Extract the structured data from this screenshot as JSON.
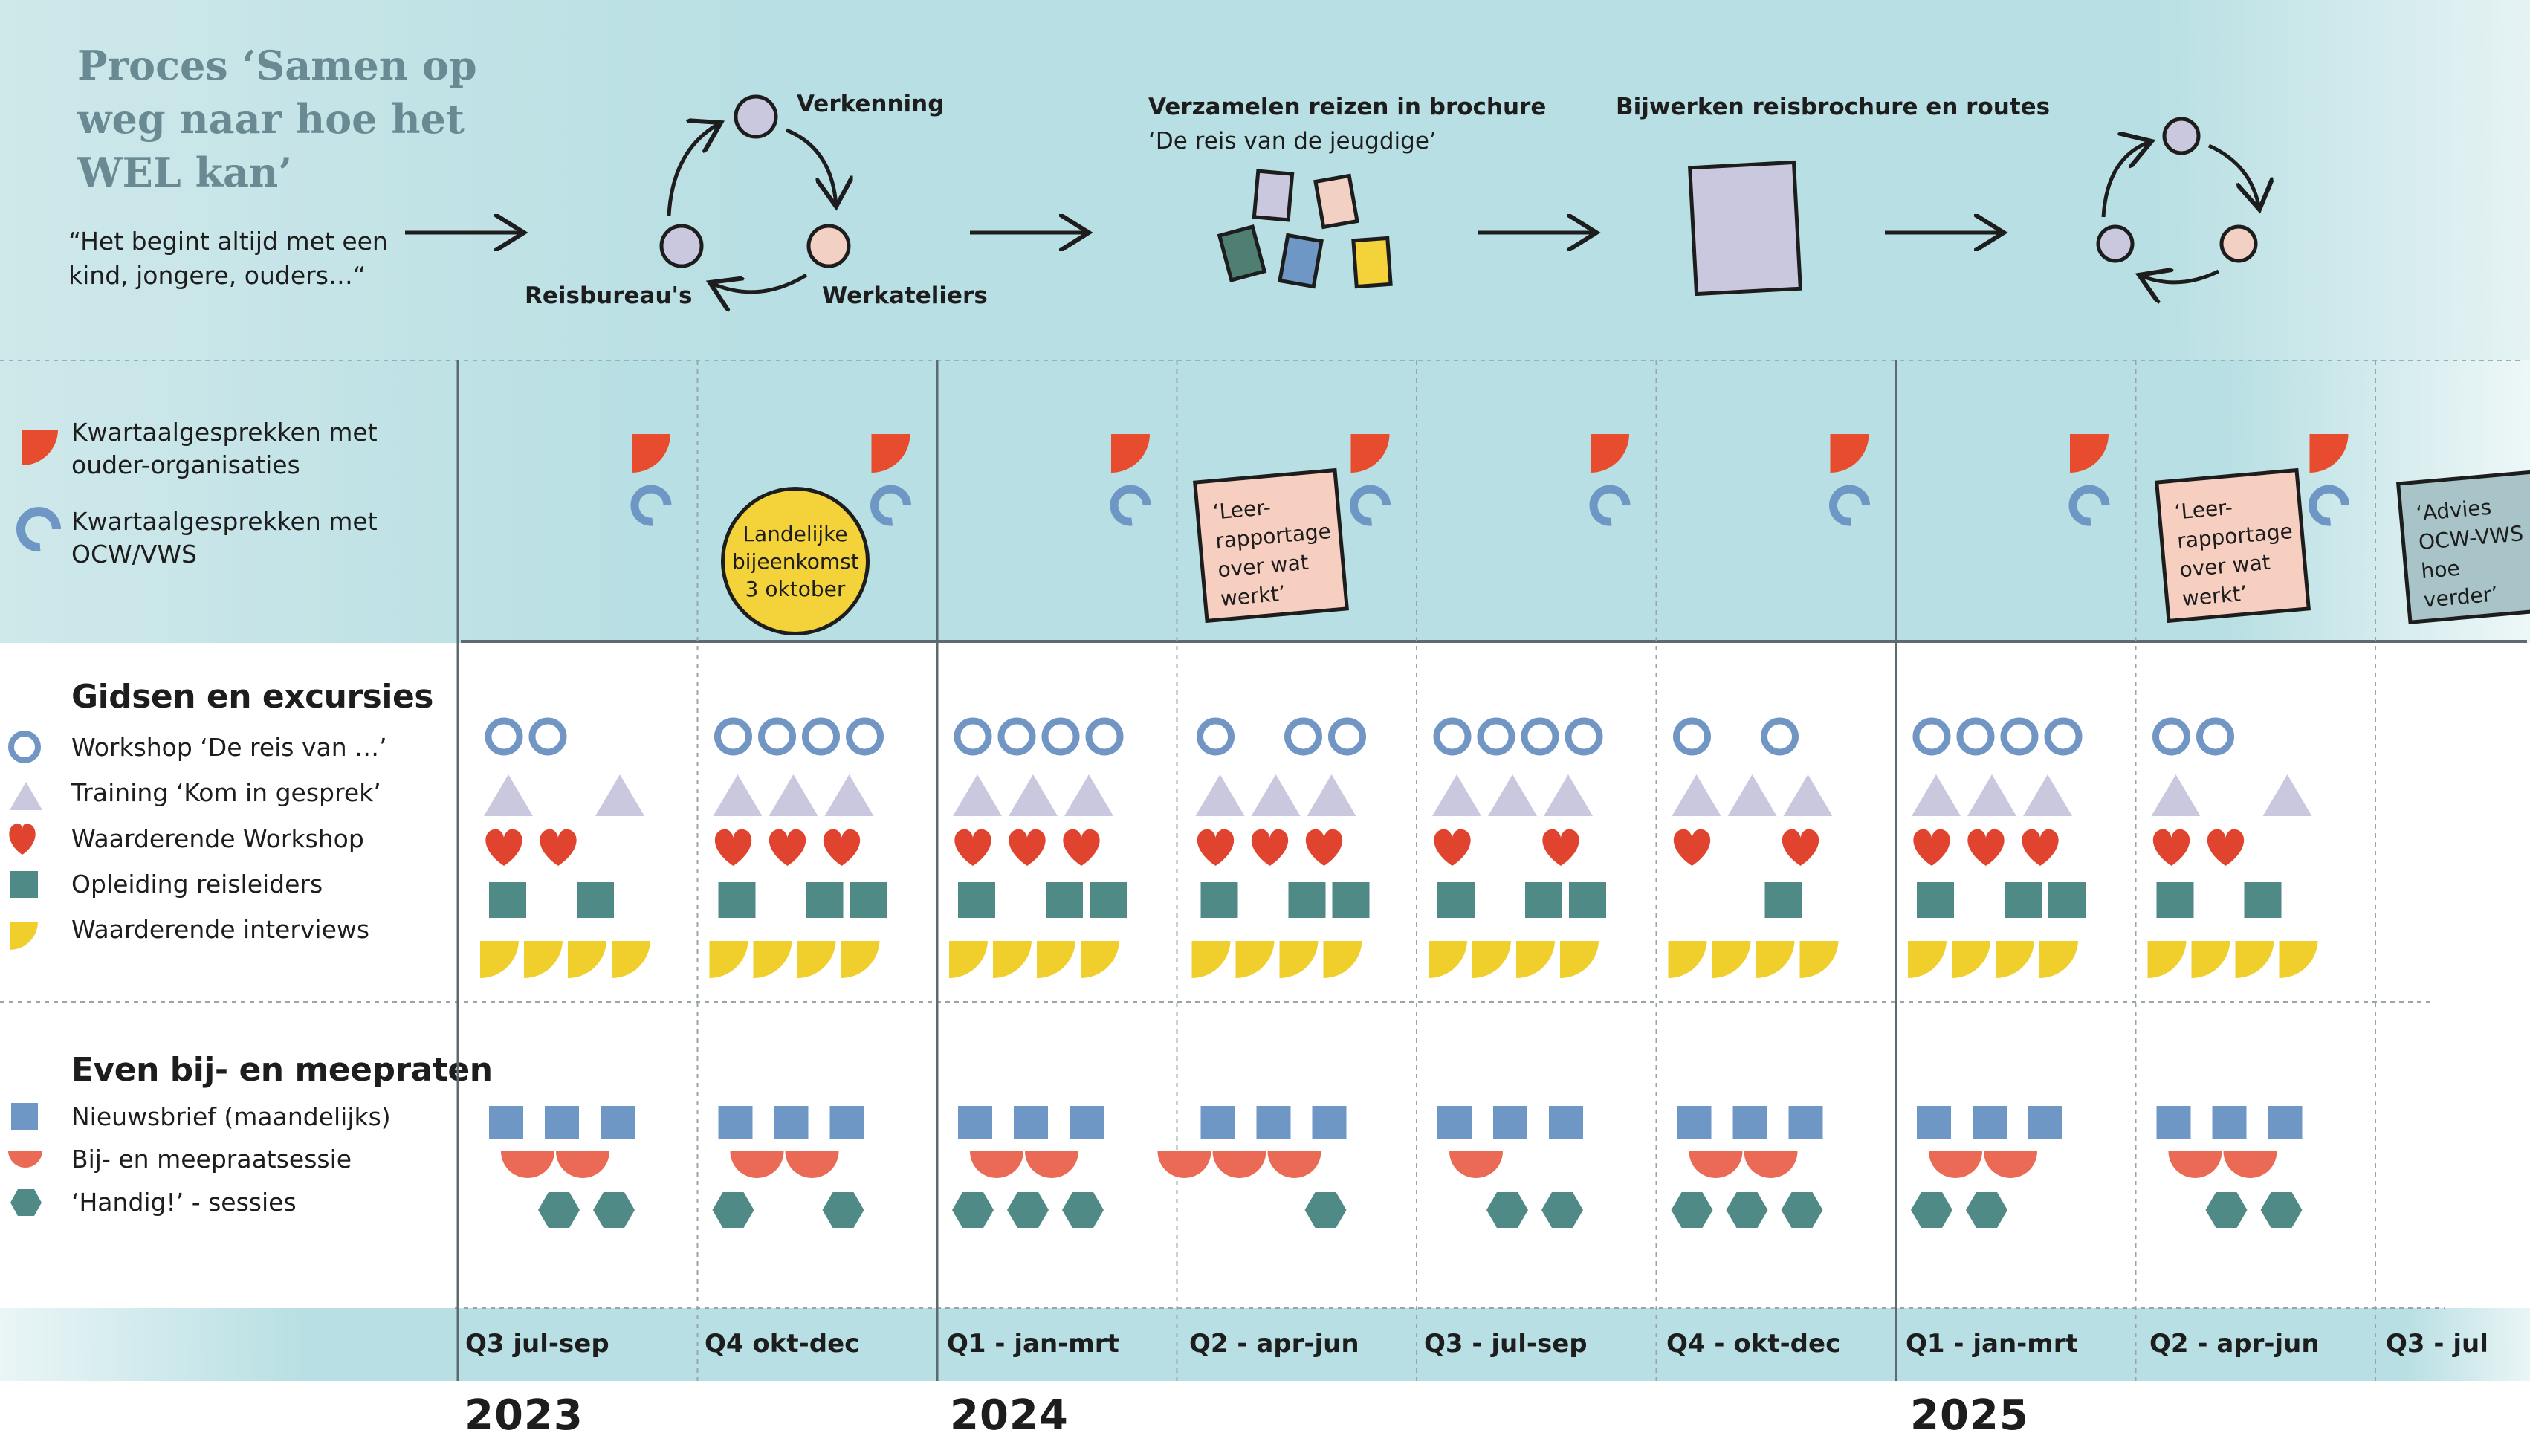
{
  "header": {
    "title": "Proces ‘Samen op weg naar hoe het WEL kan’",
    "quote": "“Het begint altijd met een kind, jongere, ouders…“",
    "cycle": {
      "top": "Verkenning",
      "right": "Werkateliers",
      "left": "Reisbureau's"
    },
    "step_collect": {
      "title": "Verzamelen reizen in brochure",
      "subtitle": "‘De reis van de jeugdige’"
    },
    "step_update": {
      "title": "Bijwerken reisbrochure en routes"
    }
  },
  "legend_top": {
    "items": [
      {
        "label": "Kwartaalgesprekken met ouder-organisaties",
        "icon": "red-quarter-icon"
      },
      {
        "label": "Kwartaalgesprekken met OCW/VWS",
        "icon": "blue-hook-icon"
      }
    ]
  },
  "notes": {
    "landelijke": "Landelijke bijeenkomst 3 oktober",
    "leer1": "‘Leer-rapportage over wat werkt’",
    "leer2": "‘Leer-rapportage over wat werkt’",
    "advies": "‘Advies OCW-VWS hoe verder’"
  },
  "section_gidsen": {
    "title": "Gidsen en excursies",
    "items": [
      {
        "label": "Workshop ‘De reis van …’",
        "icon": "blue-ring-icon"
      },
      {
        "label": "Training ‘Kom in gesprek’",
        "icon": "lilac-triangle-icon"
      },
      {
        "label": "Waarderende Workshop",
        "icon": "red-heart-icon"
      },
      {
        "label": "Opleiding reisleiders",
        "icon": "teal-square-icon"
      },
      {
        "label": "Waarderende interviews",
        "icon": "yellow-quarter-icon"
      }
    ]
  },
  "section_even": {
    "title": "Even bij- en meepraten",
    "items": [
      {
        "label": "Nieuwsbrief (maandelijks)",
        "icon": "blue-square-icon"
      },
      {
        "label": "Bij- en meepraatsessie",
        "icon": "coral-half-circle-icon"
      },
      {
        "label": "‘Handig!’ - sessies",
        "icon": "teal-hexagon-icon"
      }
    ]
  },
  "colors": {
    "ring": "#7196c3",
    "triangle": "#c9c8de",
    "heart": "#e0442f",
    "teal": "#4f8a86",
    "yellow": "#f0cf2c",
    "blue": "#6f97c6",
    "coral": "#eb6a55",
    "red": "#e84c2e",
    "note_pink": "#f6cfc1",
    "note_yellow": "#f3d23a",
    "note_grey": "#a8c4c8"
  },
  "quarters": [
    {
      "label": "Q3 jul-sep",
      "ring": [
        1,
        1,
        0,
        0
      ],
      "tri": [
        1,
        0,
        1
      ],
      "heart": [
        1,
        1,
        0
      ],
      "sq": [
        1,
        0,
        1
      ],
      "yel": 4,
      "blue": 3,
      "coral": [
        0,
        1,
        1,
        0
      ],
      "hex": [
        0,
        1,
        1,
        0
      ],
      "qtr": true,
      "hook": true
    },
    {
      "label": "Q4 okt-dec",
      "ring": [
        1,
        1,
        1,
        1
      ],
      "tri": [
        1,
        1,
        1
      ],
      "heart": [
        1,
        1,
        1
      ],
      "sq": [
        1,
        0,
        1,
        1
      ],
      "yel": 4,
      "blue": 3,
      "coral": [
        0,
        1,
        1,
        0
      ],
      "hex": [
        1,
        0,
        1,
        0
      ],
      "qtr": true,
      "hook": true
    },
    {
      "label": "Q1 - jan-mrt",
      "ring": [
        1,
        1,
        1,
        1
      ],
      "tri": [
        1,
        1,
        1
      ],
      "heart": [
        1,
        1,
        1
      ],
      "sq": [
        1,
        0,
        1,
        1
      ],
      "yel": 4,
      "blue": 3,
      "coral": [
        0,
        1,
        1,
        0
      ],
      "hex": [
        1,
        1,
        1,
        0
      ],
      "qtr": true,
      "hook": true
    },
    {
      "label": "Q2 - apr-jun",
      "ring": [
        1,
        0,
        1,
        1
      ],
      "tri": [
        1,
        1,
        1
      ],
      "heart": [
        1,
        1,
        1
      ],
      "sq": [
        1,
        0,
        1,
        1
      ],
      "yel": 4,
      "blue": 3,
      "coral": [
        1,
        1,
        1,
        0
      ],
      "hex": [
        0,
        0,
        1,
        0
      ],
      "qtr": true,
      "hook": true
    },
    {
      "label": "Q3 - jul-sep",
      "ring": [
        1,
        1,
        1,
        1
      ],
      "tri": [
        1,
        1,
        1
      ],
      "heart": [
        1,
        0,
        1
      ],
      "sq": [
        1,
        0,
        1,
        1
      ],
      "yel": 4,
      "blue": 3,
      "coral": [
        0,
        1,
        0,
        0
      ],
      "hex": [
        0,
        1,
        1,
        0
      ],
      "qtr": true,
      "hook": true
    },
    {
      "label": "Q4 - okt-dec",
      "ring": [
        1,
        0,
        1,
        0
      ],
      "tri": [
        1,
        1,
        1
      ],
      "heart": [
        1,
        0,
        1
      ],
      "sq": [
        0,
        0,
        1,
        0
      ],
      "yel": 4,
      "blue": 3,
      "coral": [
        0,
        1,
        1,
        0
      ],
      "hex": [
        1,
        1,
        1,
        0
      ],
      "qtr": true,
      "hook": true
    },
    {
      "label": "Q1 - jan-mrt",
      "ring": [
        1,
        1,
        1,
        1
      ],
      "tri": [
        1,
        1,
        1
      ],
      "heart": [
        1,
        1,
        1
      ],
      "sq": [
        1,
        0,
        1,
        1
      ],
      "yel": 4,
      "blue": 3,
      "coral": [
        0,
        1,
        1,
        0
      ],
      "hex": [
        1,
        1,
        0,
        0
      ],
      "qtr": true,
      "hook": true
    },
    {
      "label": "Q2 - apr-jun",
      "ring": [
        1,
        1,
        0,
        0
      ],
      "tri": [
        1,
        0,
        1
      ],
      "heart": [
        1,
        1,
        0
      ],
      "sq": [
        1,
        0,
        1,
        0
      ],
      "yel": 4,
      "blue": 3,
      "coral": [
        0,
        1,
        1,
        0
      ],
      "hex": [
        0,
        1,
        1,
        0
      ],
      "qtr": true,
      "hook": true
    },
    {
      "label": "Q3 - jul",
      "ring": [
        0,
        0,
        0,
        0
      ],
      "tri": [
        0,
        0,
        0
      ],
      "heart": [
        0,
        0,
        0
      ],
      "sq": [
        0,
        0,
        0,
        0
      ],
      "yel": 0,
      "blue": 0,
      "coral": [
        0,
        0,
        0,
        0
      ],
      "hex": [
        0,
        0,
        0,
        0
      ],
      "qtr": false,
      "hook": false
    }
  ],
  "years": {
    "y2023": "2023",
    "y2024": "2024",
    "y2025": "2025"
  }
}
